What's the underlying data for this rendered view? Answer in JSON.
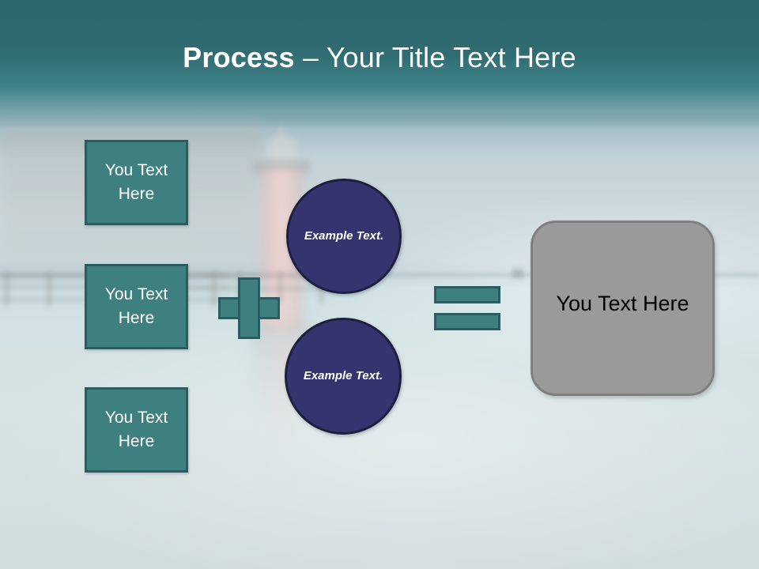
{
  "slide": {
    "title": {
      "bold_part": "Process",
      "rest_part": " – Your Title Text Here",
      "full": "Process – Your Title Text Here"
    },
    "theme": {
      "teal": "#3E7F80",
      "teal_border": "#2A5D5F",
      "navy": "#34356E",
      "navy_border": "#1D1F3F",
      "gray": "#9A9A9A",
      "gray_border": "#7F7F7F",
      "header_top": "#2C676B",
      "background": "#CFDADE",
      "title_color": "#FFFFFF"
    }
  },
  "inputs": [
    {
      "label": "You Text Here"
    },
    {
      "label": "You Text Here"
    },
    {
      "label": "You Text Here"
    }
  ],
  "circles": [
    {
      "label": "Example Text."
    },
    {
      "label": "Example Text."
    }
  ],
  "operators": {
    "plus": "+",
    "equals": "="
  },
  "output": {
    "label": "You Text Here"
  }
}
